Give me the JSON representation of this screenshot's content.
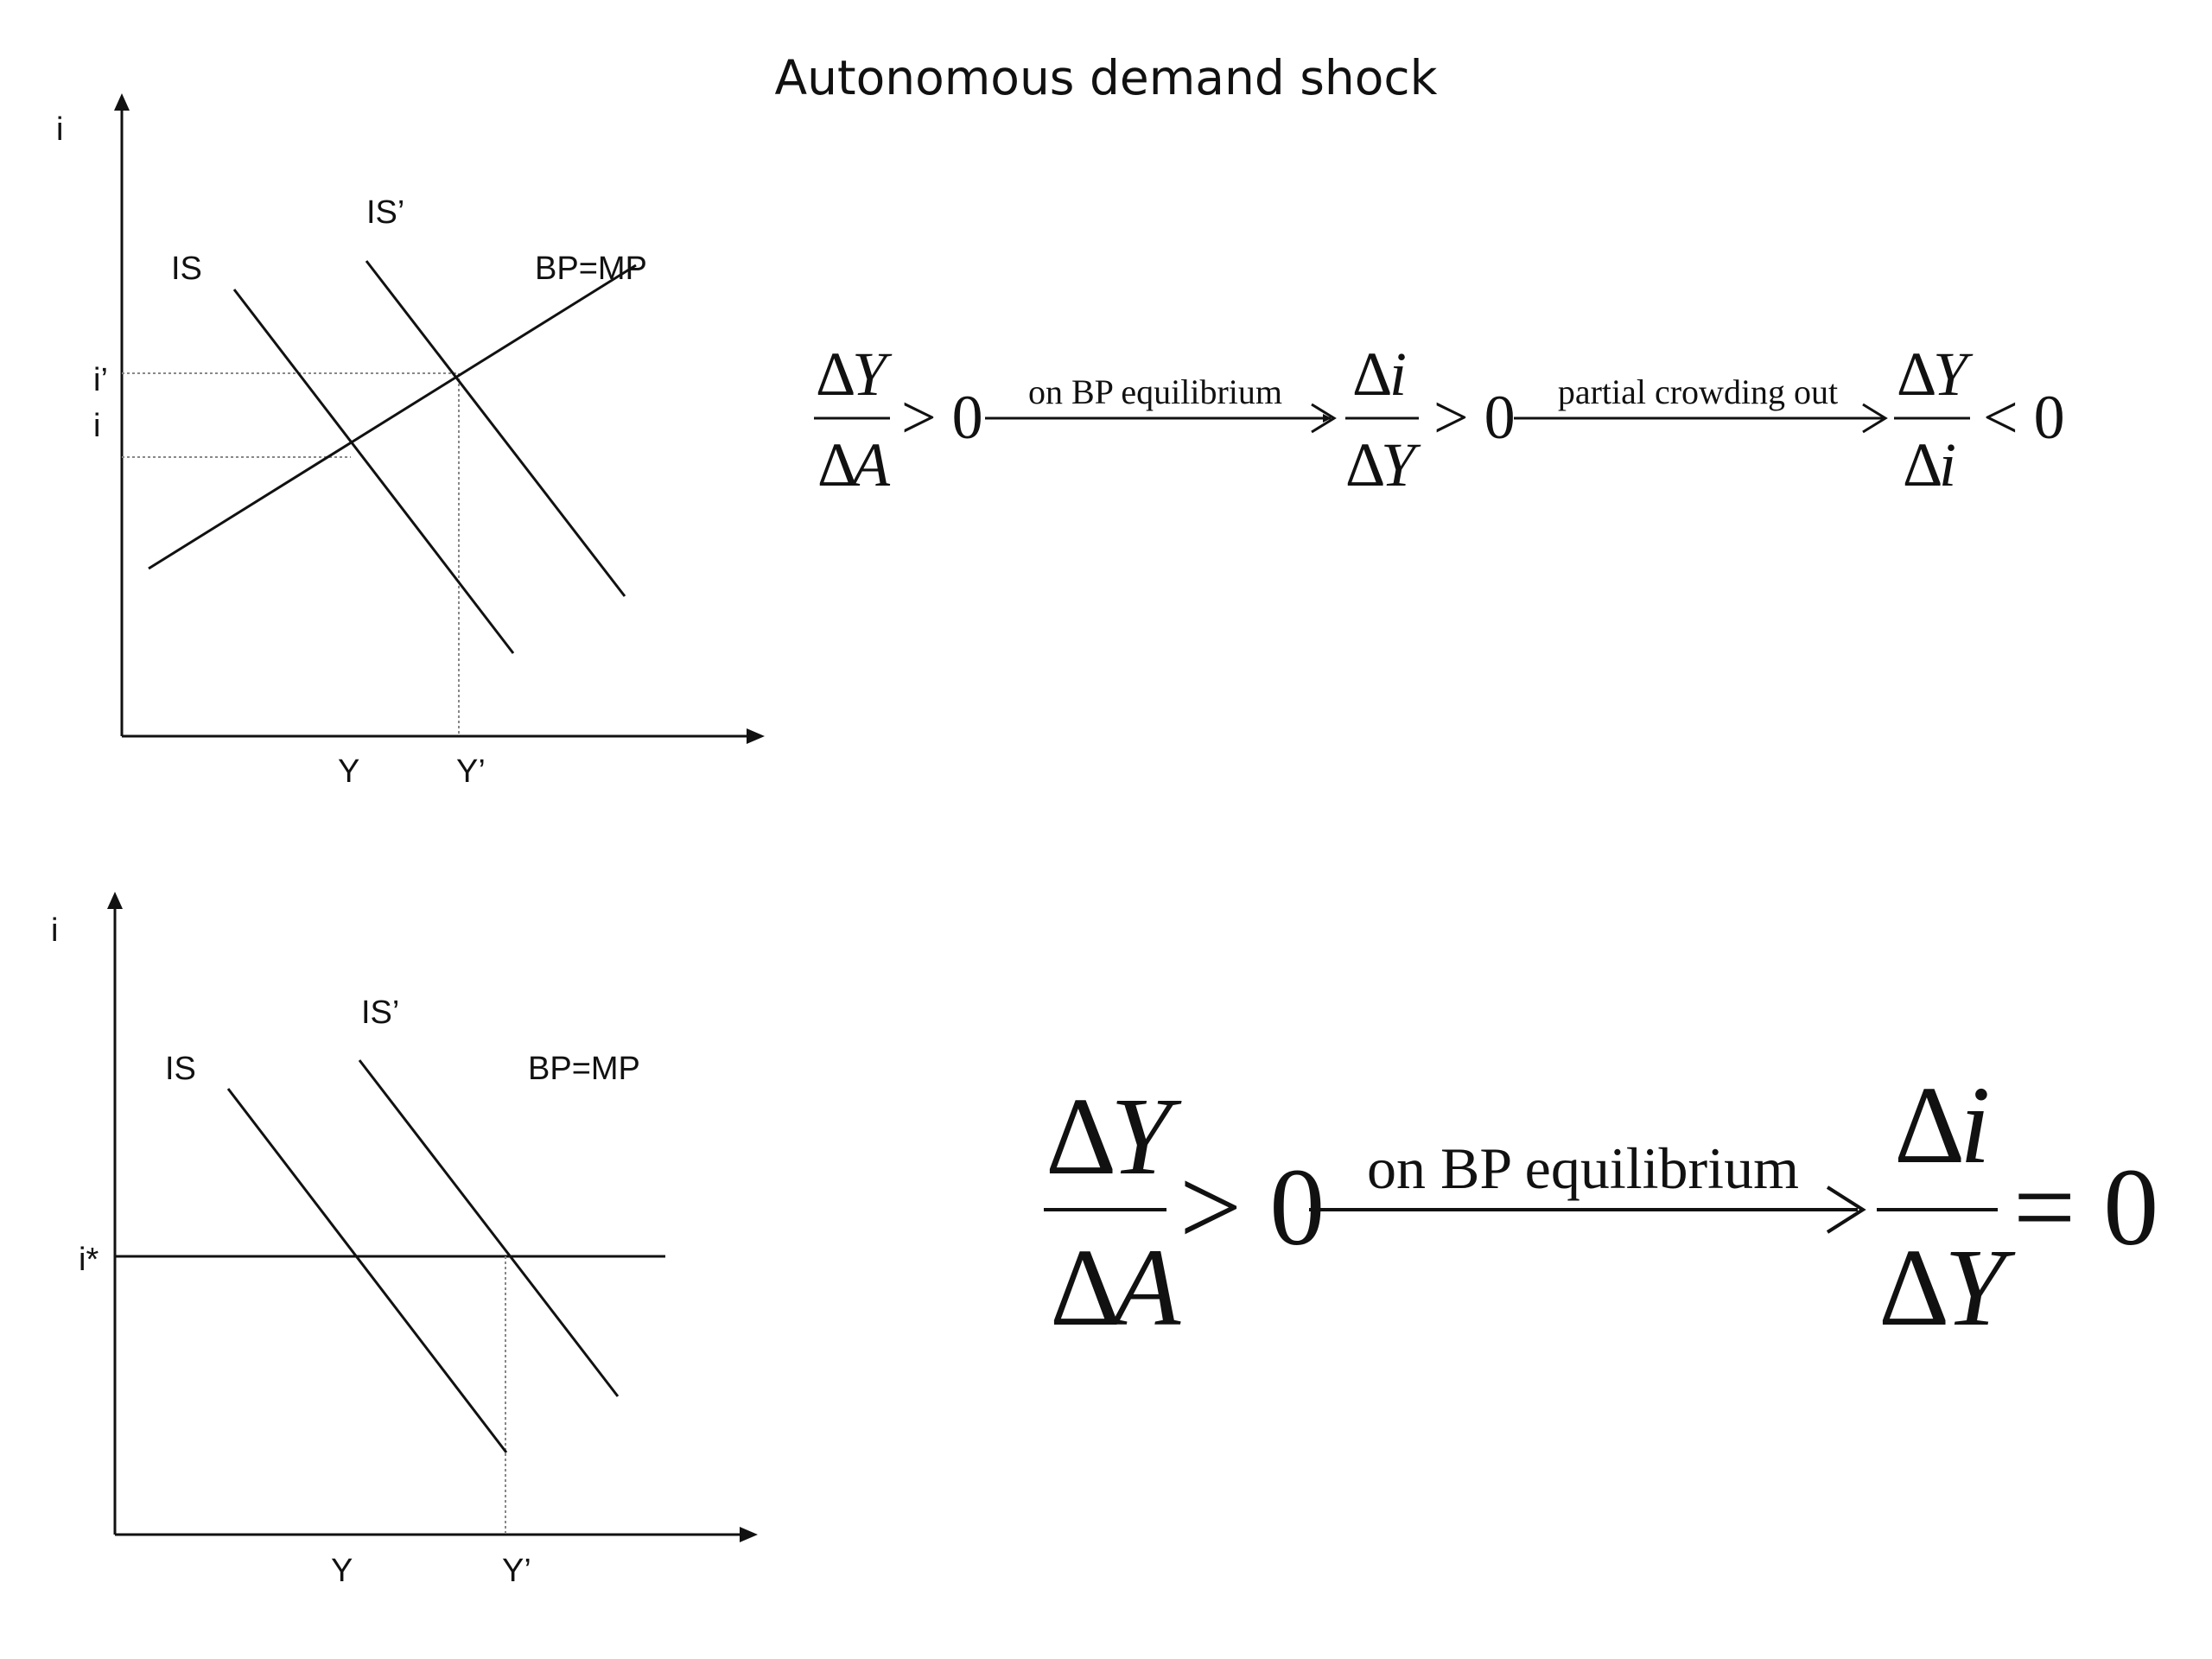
{
  "title": "Autonomous demand shock",
  "diagrams": [
    {
      "y_axis_label": "i",
      "curves": {
        "is": "IS",
        "is_shifted": "IS’",
        "bp": "BP=MP"
      },
      "y_ticks": [
        "i’",
        "i"
      ],
      "x_ticks": [
        "Y",
        "Y’"
      ]
    },
    {
      "y_axis_label": "i",
      "curves": {
        "is": "IS",
        "is_shifted": "IS’",
        "bp": "BP=MP"
      },
      "y_ticks": [
        "i*"
      ],
      "x_ticks": [
        "Y",
        "Y’"
      ]
    }
  ],
  "equations": {
    "top": {
      "frac1": {
        "delta": "Δ",
        "num": "Y",
        "den": "A"
      },
      "rel1": "> 0",
      "arrow1_label": "on BP equilibrium",
      "frac2": {
        "delta": "Δ",
        "num": "i",
        "den": "Y"
      },
      "rel2": "> 0",
      "arrow2_label": "partial crowding out",
      "frac3": {
        "delta": "Δ",
        "num": "Y",
        "den": "i"
      },
      "rel3": "< 0"
    },
    "bottom": {
      "frac1": {
        "delta": "Δ",
        "num": "Y",
        "den": "A"
      },
      "rel1": "> 0",
      "arrow1_label": "on BP equilibrium",
      "frac2": {
        "delta": "Δ",
        "num": "i",
        "den": "Y"
      },
      "rel2": "= 0"
    }
  }
}
